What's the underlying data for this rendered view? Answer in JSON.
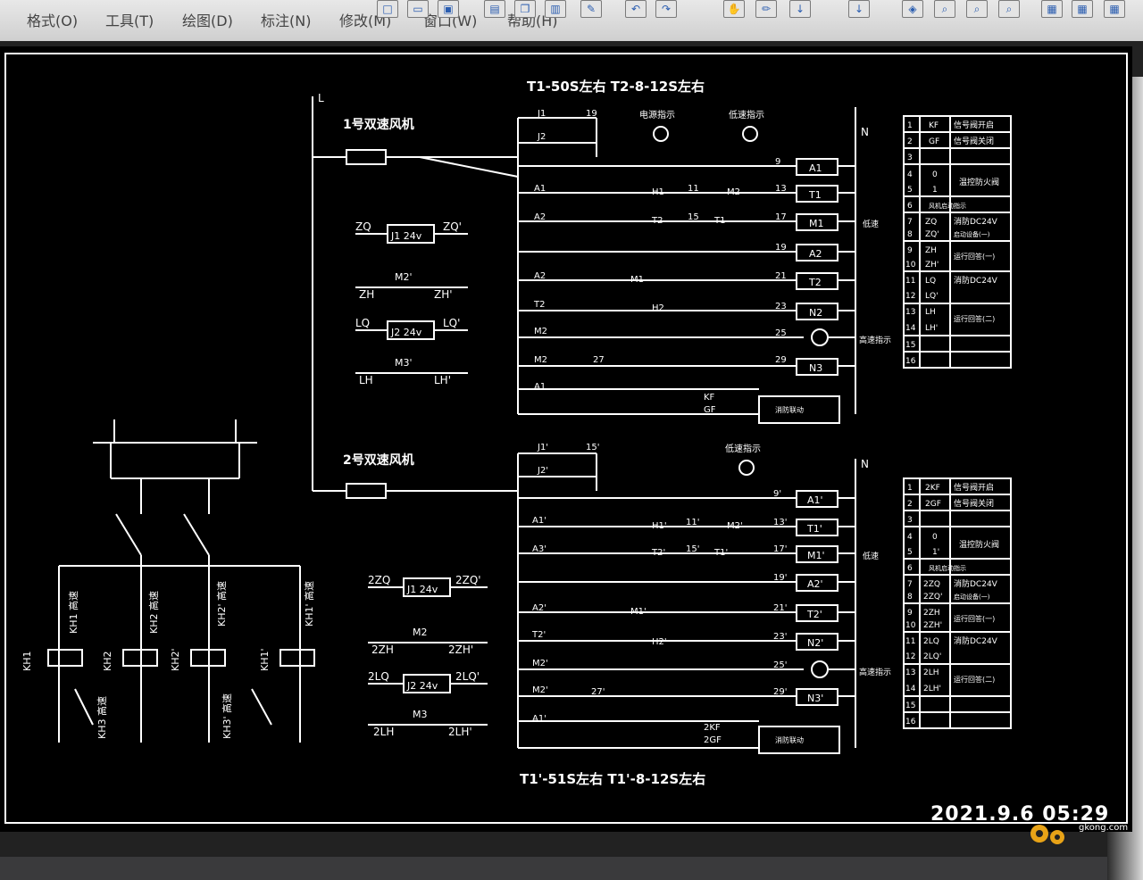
{
  "menu": {
    "items": [
      {
        "label": "格式(O)"
      },
      {
        "label": "工具(T)"
      },
      {
        "label": "绘图(D)"
      },
      {
        "label": "标注(N)"
      },
      {
        "label": "修改(M)"
      },
      {
        "label": "窗口(W)"
      },
      {
        "label": "帮助(H)"
      }
    ]
  },
  "drawing": {
    "title_top": "T1-50S左右  T2-8-12S左右",
    "title_bottom": "T1'-51S左右  T1'-8-12S左右",
    "fan1_label": "1号双速风机",
    "fan2_label": "2号双速风机",
    "power_indicator": "电源指示",
    "low_speed_indicator": "低速指示",
    "high_speed_indicator": "高速指示",
    "low_speed": "低速",
    "fire_linkage": "消防联动",
    "supply_L": "L",
    "supply_N": "N",
    "left_coils": [
      {
        "left": "ZQ",
        "mid": "J1 24v",
        "right": "ZQ'"
      },
      {
        "left": "ZH",
        "mid": "M2'",
        "right": "ZH'"
      },
      {
        "left": "LQ",
        "mid": "J2 24v",
        "right": "LQ'"
      },
      {
        "left": "LH",
        "mid": "M3'",
        "right": "LH'"
      }
    ],
    "left_coils_2": [
      {
        "left": "2ZQ",
        "mid": "J1 24v",
        "right": "2ZQ'"
      },
      {
        "left": "2ZH",
        "mid": "M2",
        "right": "2ZH'"
      },
      {
        "left": "2LQ",
        "mid": "J2 24v",
        "right": "2LQ'"
      },
      {
        "left": "2LH",
        "mid": "M3",
        "right": "2LH'"
      }
    ],
    "rung_contacts_1": [
      "J1",
      "J2",
      "A1",
      "A2",
      "A2",
      "T2",
      "M2",
      "M2",
      "A1"
    ],
    "rung_nums_1": [
      "19",
      "9",
      "11",
      "13",
      "15",
      "17",
      "19",
      "21",
      "23",
      "25",
      "27",
      "29"
    ],
    "rung_contacts_2": [
      "J1'",
      "J2'",
      "A1'",
      "A3'",
      "A2'",
      "T2'",
      "M2'",
      "M2'",
      "A1'"
    ],
    "rung_nums_2": [
      "15'",
      "9'",
      "11'",
      "13'",
      "15'",
      "17'",
      "19'",
      "21'",
      "23'",
      "25'",
      "27'",
      "29'"
    ],
    "coils_1": [
      "A1",
      "T1",
      "M1",
      "A2",
      "T2",
      "N2",
      "N3"
    ],
    "coils_2": [
      "A1'",
      "T1'",
      "M1'",
      "A2'",
      "T2'",
      "N2'",
      "N3'"
    ],
    "aux_labels": [
      "KF",
      "GF",
      "2KF",
      "2GF",
      "H1",
      "H2",
      "M1",
      "M2",
      "T1",
      "T2",
      "H1'",
      "H2'",
      "M1'",
      "M2'",
      "T1'",
      "T2'"
    ],
    "table_1": [
      [
        "1",
        "KF",
        "信号阀开启"
      ],
      [
        "2",
        "GF",
        "信号阀关闭"
      ],
      [
        "3",
        "",
        ""
      ],
      [
        "4",
        "0",
        "温控防火阀"
      ],
      [
        "5",
        "1",
        ""
      ],
      [
        "6",
        "",
        "风机启动指示"
      ],
      [
        "7",
        "ZQ",
        "消防DC24V"
      ],
      [
        "8",
        "ZQ'",
        "启动设备(一)"
      ],
      [
        "9",
        "ZH",
        "运行回答(一)"
      ],
      [
        "10",
        "ZH'",
        ""
      ],
      [
        "11",
        "LQ",
        "消防DC24V"
      ],
      [
        "12",
        "LQ'",
        ""
      ],
      [
        "13",
        "LH",
        "运行回答(二)"
      ],
      [
        "14",
        "LH'",
        ""
      ],
      [
        "15",
        "",
        ""
      ],
      [
        "16",
        "",
        ""
      ]
    ],
    "table_2": [
      [
        "1",
        "2KF",
        "信号阀开启"
      ],
      [
        "2",
        "2GF",
        "信号阀关闭"
      ],
      [
        "3",
        "",
        ""
      ],
      [
        "4",
        "0",
        "温控防火阀"
      ],
      [
        "5",
        "1'",
        ""
      ],
      [
        "6",
        "",
        "风机启动指示"
      ],
      [
        "7",
        "2ZQ",
        "消防DC24V"
      ],
      [
        "8",
        "2ZQ'",
        "启动设备(一)"
      ],
      [
        "9",
        "2ZH",
        "运行回答(一)"
      ],
      [
        "10",
        "2ZH'",
        ""
      ],
      [
        "11",
        "2LQ",
        "消防DC24V"
      ],
      [
        "12",
        "2LQ'",
        ""
      ],
      [
        "13",
        "2LH",
        "运行回答(二)"
      ],
      [
        "14",
        "2LH'",
        ""
      ],
      [
        "15",
        "",
        ""
      ],
      [
        "16",
        "",
        ""
      ]
    ],
    "relay_labels": [
      "KH1",
      "KH1 高速",
      "KH2",
      "KH2 高速",
      "KH2'",
      "KH2' 高速",
      "KH1'",
      "KH1' 高速",
      "KH3 高速",
      "KH3' 高速"
    ]
  },
  "overlay": {
    "timestamp": "2021.9.6 05:29",
    "site": "gkong.com"
  },
  "colors": {
    "canvas_bg": "#000000",
    "line": "#ffffff",
    "frame": "#222222"
  }
}
